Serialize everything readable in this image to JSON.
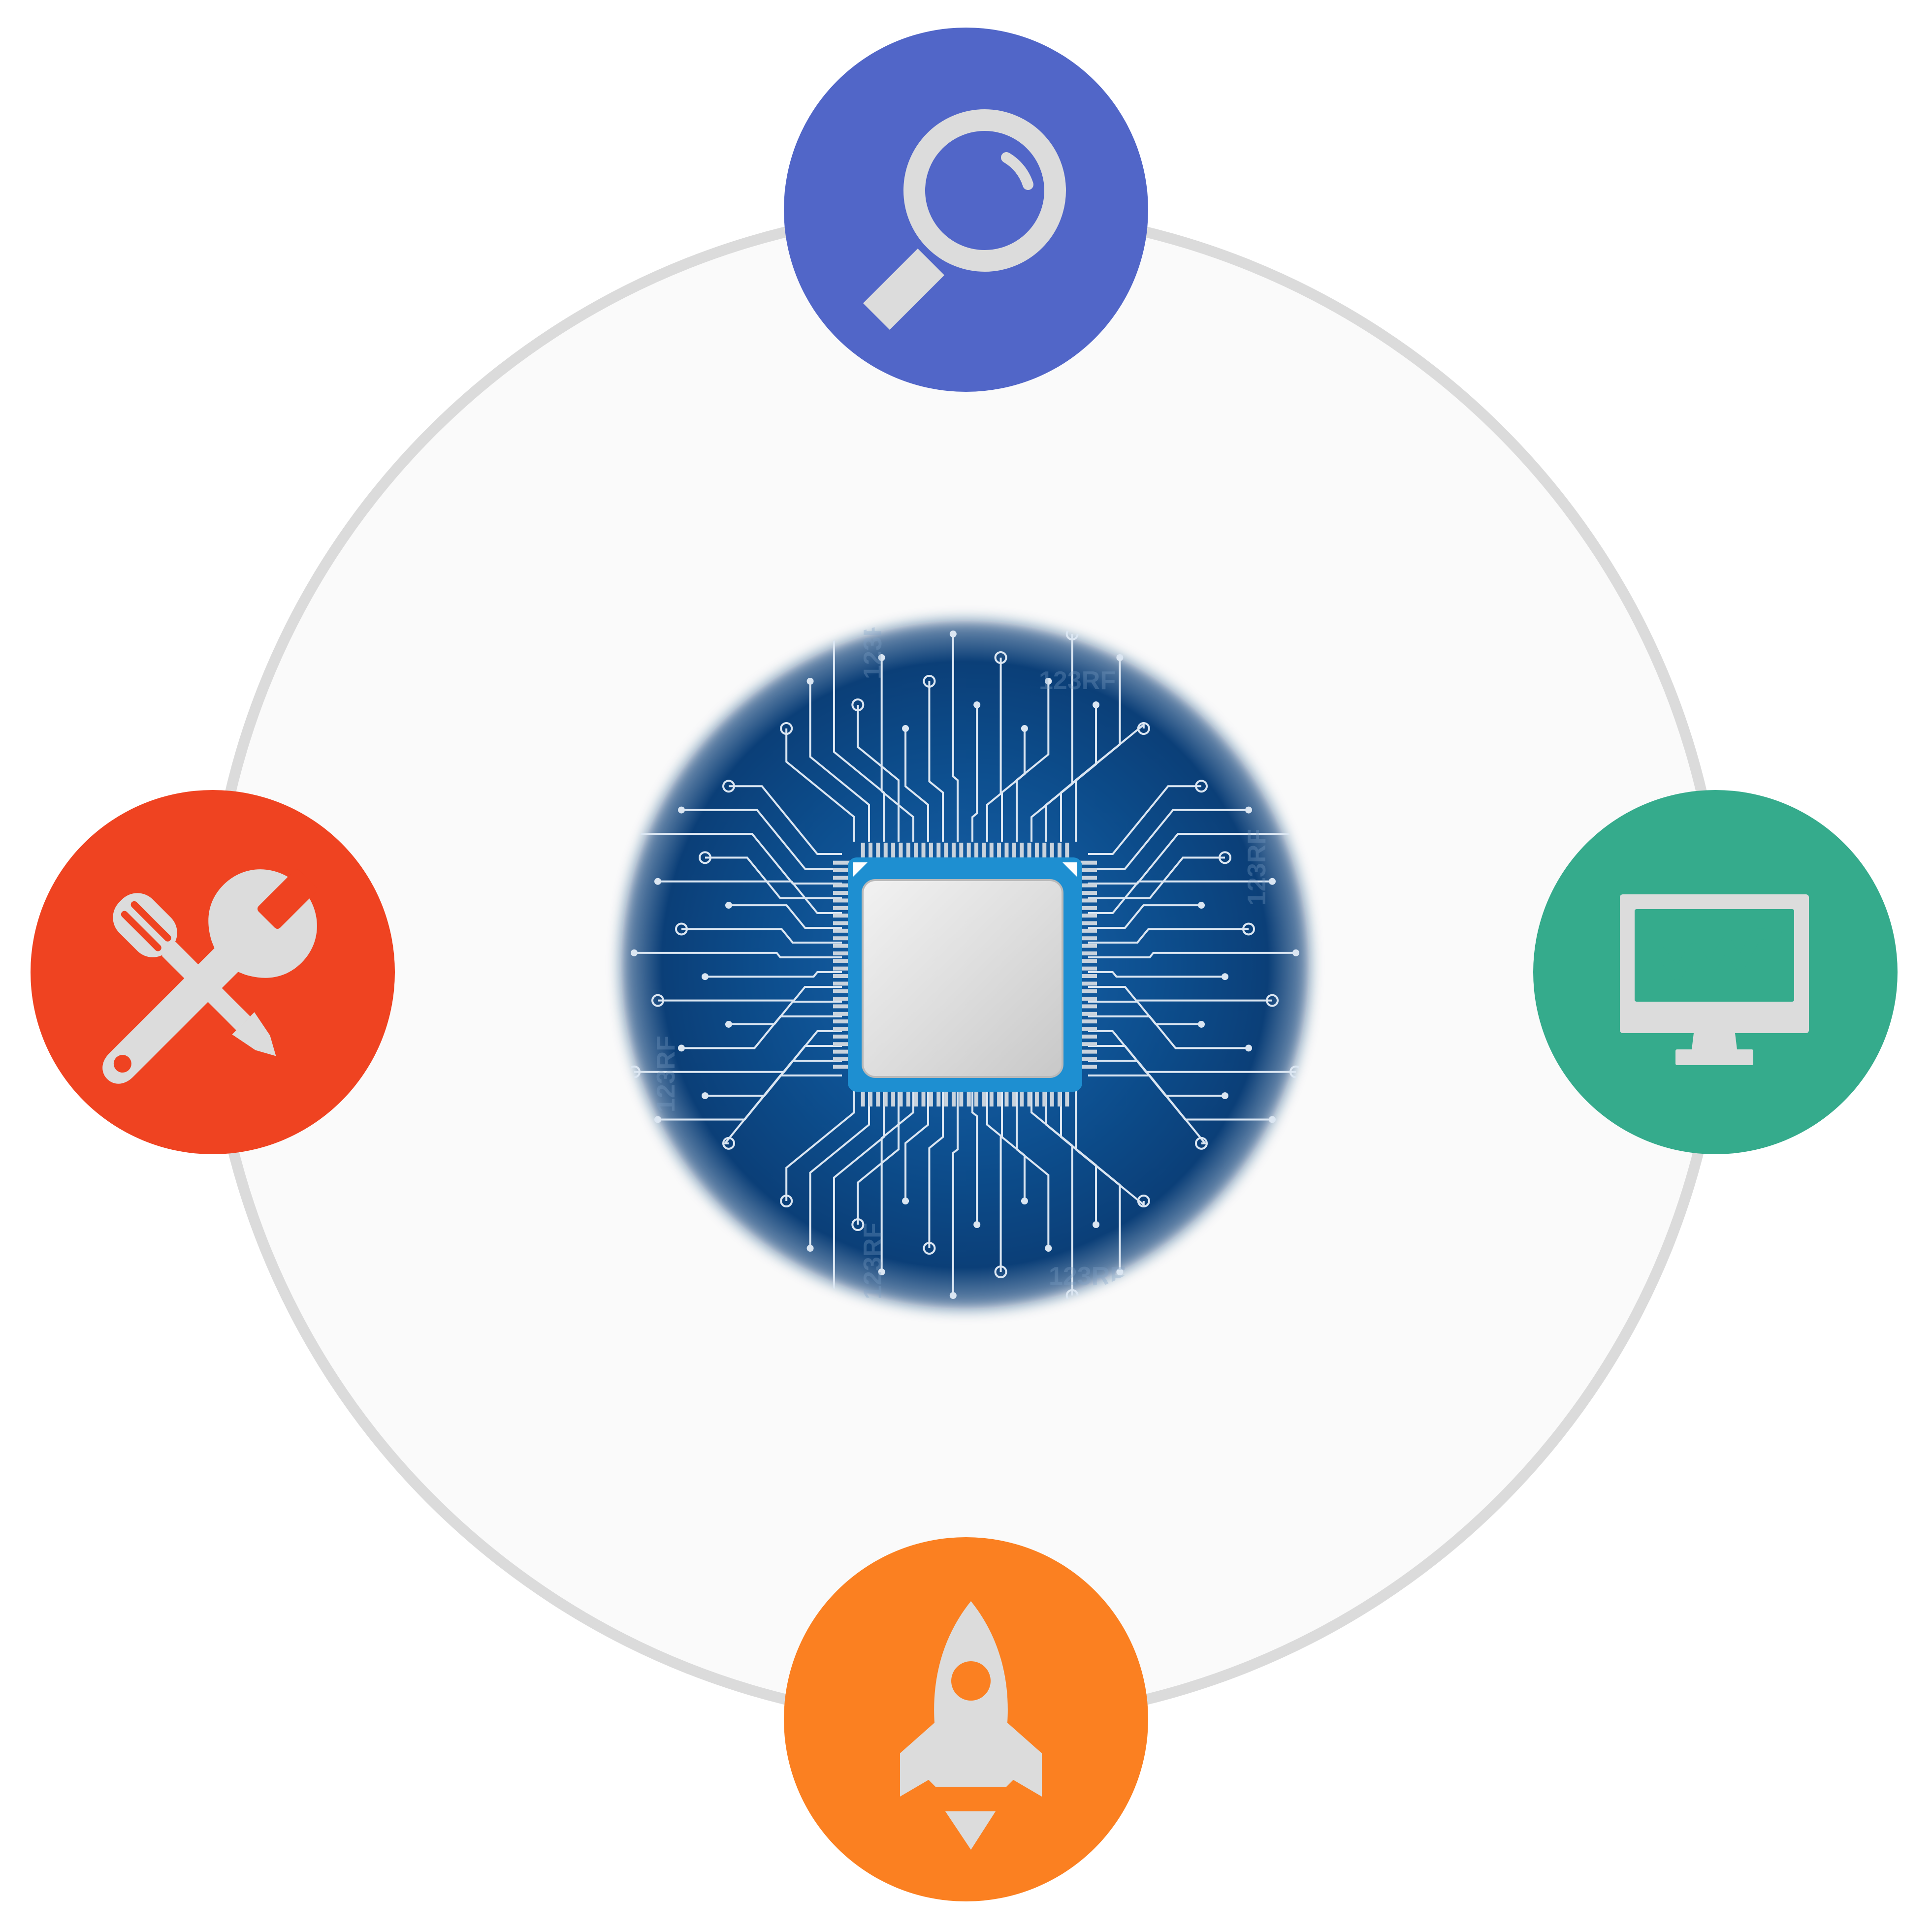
{
  "diagram": {
    "background_ring": {
      "fill_color": "#fafafa",
      "stroke_color": "#dbdbdb"
    },
    "center": {
      "icon": "cpu-chip-icon",
      "board_color": "#0b4a86",
      "trace_color": "#dbe6f2",
      "chip_color": "#1e8fd1",
      "chip_face_color": "#e0e0e0",
      "watermark": "123RF"
    },
    "nodes": [
      {
        "position": "top",
        "icon": "magnifier-icon",
        "color": "#5166c8",
        "icon_color": "#dcdcdc"
      },
      {
        "position": "right",
        "icon": "monitor-chart-icon",
        "color": "#35ab8c",
        "icon_color": "#dcdcdc"
      },
      {
        "position": "bottom",
        "icon": "rocket-icon",
        "color": "#fb8021",
        "icon_color": "#dcdcdc"
      },
      {
        "position": "left",
        "icon": "tools-icon",
        "color": "#ef4321",
        "icon_color": "#dcdcdc"
      }
    ]
  }
}
